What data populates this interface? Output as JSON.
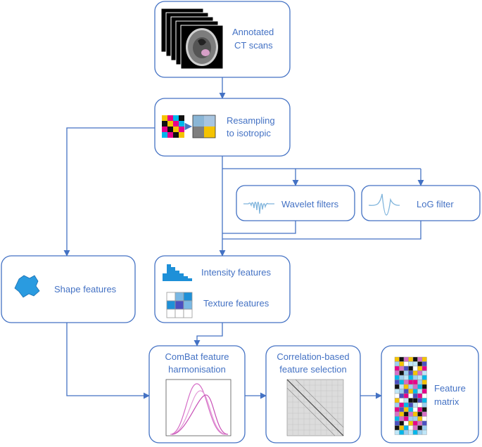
{
  "nodes": {
    "ct_scans": {
      "line1": "Annotated",
      "line2": "CT scans"
    },
    "resampling": {
      "line1": "Resampling",
      "line2": "to isotropic"
    },
    "wavelet": {
      "label": "Wavelet filters"
    },
    "log": {
      "label": "LoG filter"
    },
    "shape": {
      "label": "Shape features"
    },
    "intensity": {
      "label": "Intensity features"
    },
    "texture": {
      "label": "Texture features"
    },
    "combat": {
      "line1": "ComBat feature",
      "line2": "harmonisation"
    },
    "correlation": {
      "line1": "Correlation-based",
      "line2": "feature selection"
    },
    "matrix": {
      "line1": "Feature",
      "line2": "matrix"
    }
  },
  "colors": {
    "accent": "#4472c4",
    "feature_blue": "#1e90d8",
    "kde_pink": "#d56bc6"
  }
}
